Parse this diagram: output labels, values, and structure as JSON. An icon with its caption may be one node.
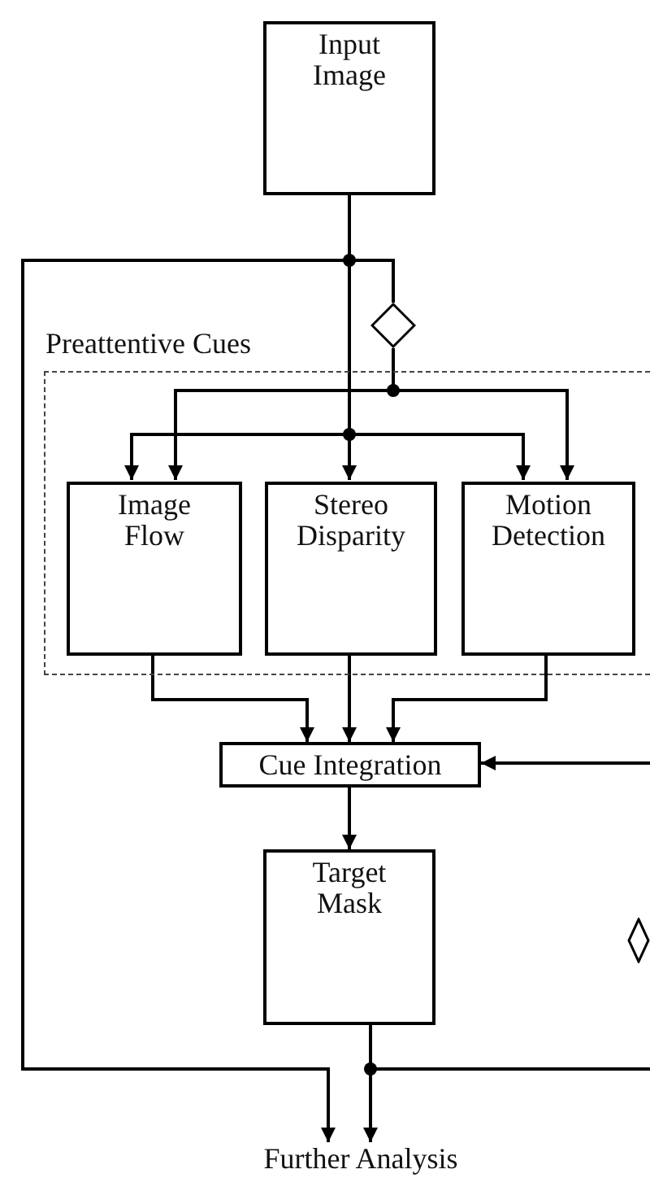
{
  "diagram": {
    "nodes": [
      {
        "text": [
          "Input Image"
        ]
      },
      {
        "text": [
          "Preattentive Cues"
        ]
      },
      {
        "text": [
          "Image Flow"
        ],
        "in": 1
      },
      {
        "text": [
          "Stereo Disparity"
        ],
        "in": 1
      },
      {
        "text": [
          "Motion Detection"
        ],
        "in": 1
      },
      {
        "text": [],
        "shape": "diamond"
      },
      {
        "text": [
          "Cue Integration"
        ]
      },
      {
        "text": [
          "Target Mask"
        ]
      },
      {
        "text": [
          "Further Analysis"
        ]
      },
      {
        "text": [],
        "shape": "diamond"
      }
    ],
    "edges": [
      {
        "from": 0,
        "to": 2,
        "arrow": "to"
      },
      {
        "from": 0,
        "to": 3,
        "arrow": "to"
      },
      {
        "from": 0,
        "to": 4,
        "arrow": "to"
      },
      {
        "from": 0,
        "to": 5,
        "arrow": "none"
      },
      {
        "from": 5,
        "to": 2,
        "arrow": "to"
      },
      {
        "from": 5,
        "to": 4,
        "arrow": "to"
      },
      {
        "from": 0,
        "to": 8,
        "arrow": "to"
      },
      {
        "from": 2,
        "to": 6,
        "arrow": "to"
      },
      {
        "from": 3,
        "to": 6,
        "arrow": "to"
      },
      {
        "from": 4,
        "to": 6,
        "arrow": "to"
      },
      {
        "from": null,
        "to": 6,
        "arrow": "to"
      },
      {
        "from": 6,
        "to": 7,
        "arrow": "to"
      },
      {
        "from": 7,
        "to": 8,
        "arrow": "to"
      },
      {
        "from": 7,
        "to": null,
        "arrow": "none"
      }
    ]
  }
}
